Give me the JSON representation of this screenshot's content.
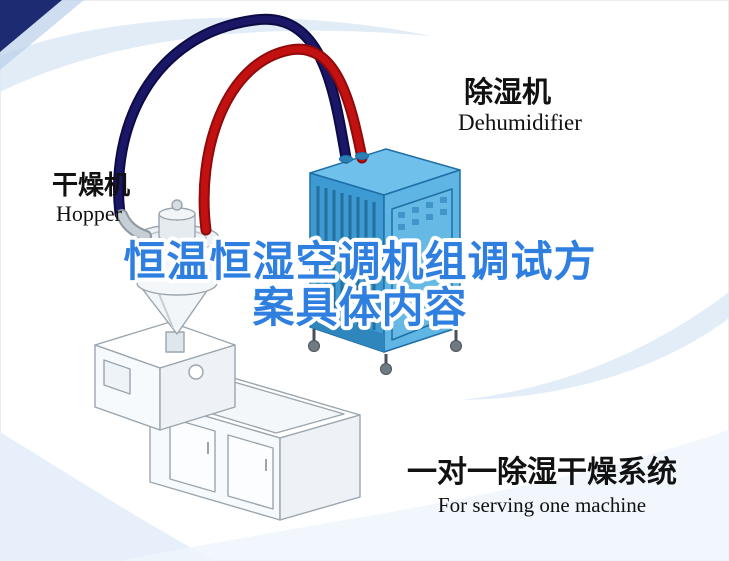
{
  "labels": {
    "dryer_cn": "干燥机",
    "dryer_en": "Hopper",
    "dehumidifier_cn": "除湿机",
    "dehumidifier_en": "Dehumidifier",
    "title_line1": "恒温恒湿空调机组调试方",
    "title_line2": "案具体内容",
    "system_cn": "一对一除湿干燥系统",
    "system_en": "For serving one machine"
  },
  "colors": {
    "title_blue": "#2e7fe0",
    "text_black": "#111111",
    "hose_red": "#c31111",
    "hose_red_dark": "#8f0b0b",
    "hose_navy": "#1b1767",
    "hose_navy_dark": "#0d0b45",
    "cabinet_front": "#3d9ad2",
    "cabinet_side": "#5fb5e3",
    "cabinet_top": "#6fc0ea",
    "cabinet_outline": "#1f6fa6",
    "corner_triangle": "#1d2b72",
    "swoosh": "#dce9f6",
    "machine_line": "#9aa5ae"
  }
}
